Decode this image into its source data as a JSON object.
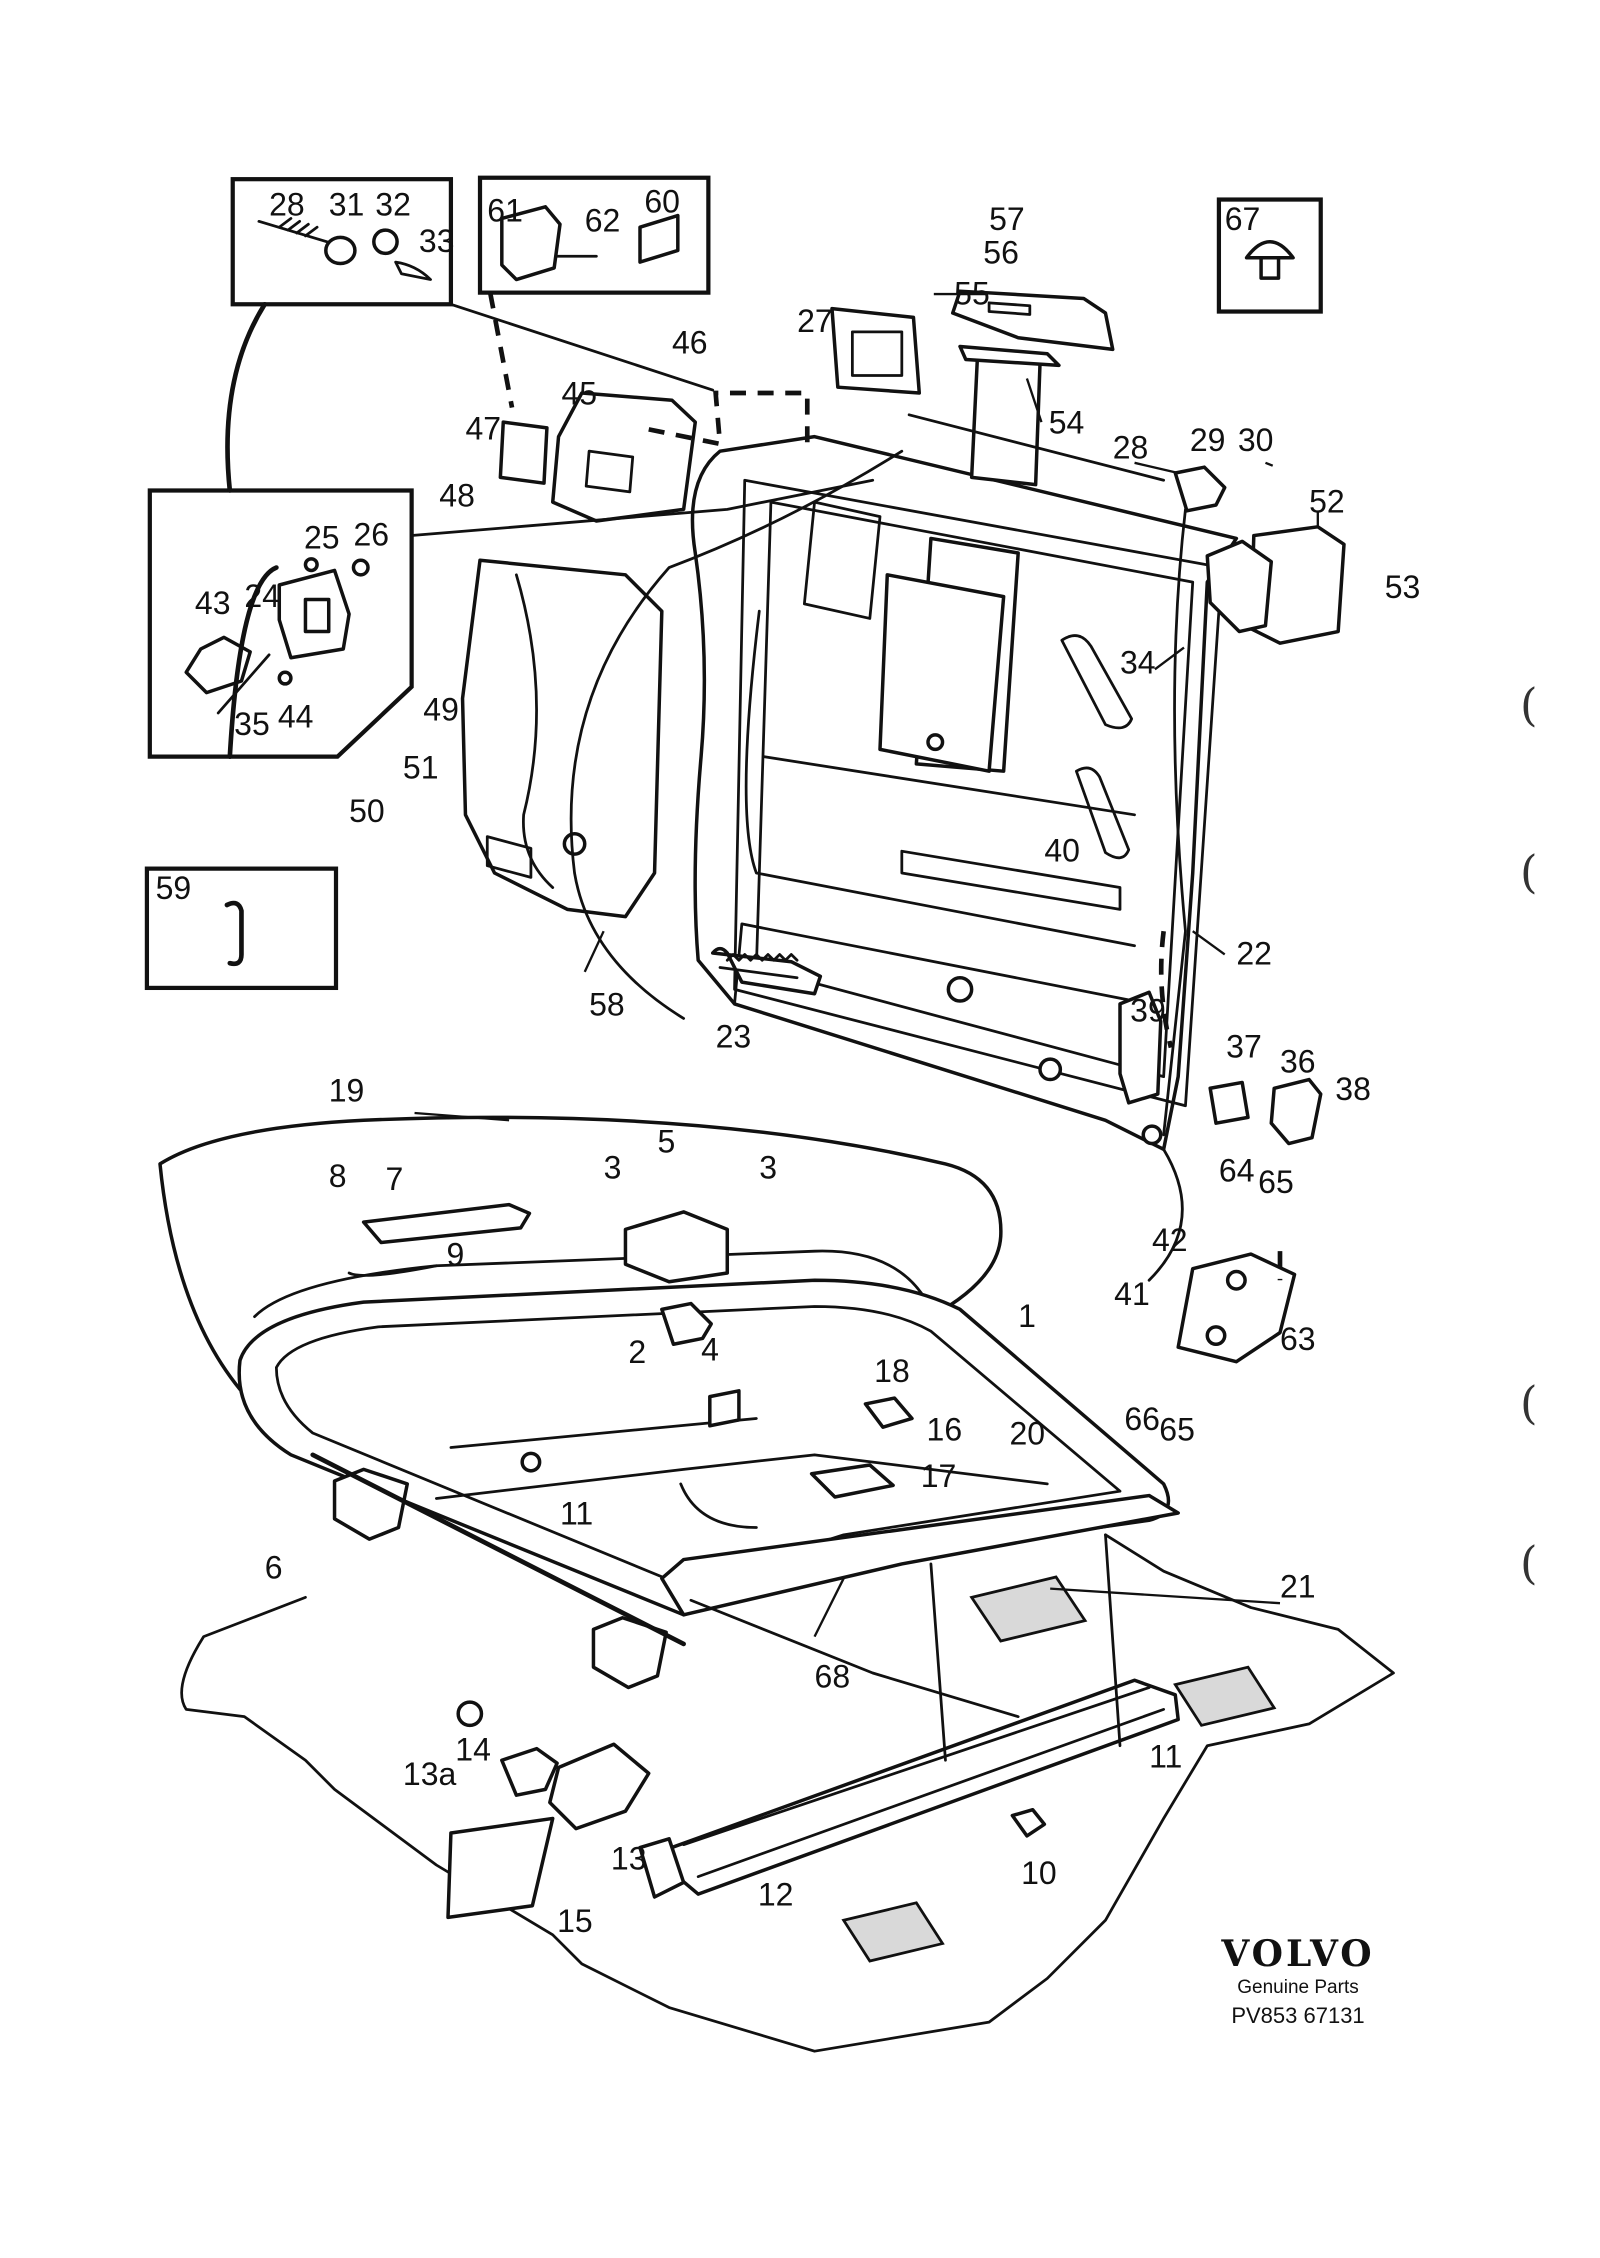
{
  "brand": {
    "logo": "VOLVO",
    "subtitle": "Genuine Parts",
    "reference": "PV853 67131"
  },
  "callouts": [
    "1",
    "2",
    "3",
    "3",
    "4",
    "5",
    "6",
    "7",
    "8",
    "9",
    "10",
    "11",
    "11",
    "12",
    "13",
    "13a",
    "14",
    "15",
    "16",
    "17",
    "18",
    "19",
    "20",
    "21",
    "22",
    "23",
    "24",
    "25",
    "26",
    "27",
    "28",
    "28",
    "29",
    "30",
    "31",
    "32",
    "33",
    "34",
    "35",
    "36",
    "37",
    "38",
    "39",
    "40",
    "41",
    "42",
    "43",
    "44",
    "45",
    "46",
    "47",
    "48",
    "49",
    "50",
    "51",
    "52",
    "53",
    "54",
    "55",
    "56",
    "57",
    "58",
    "59",
    "60",
    "61",
    "62",
    "63",
    "64",
    "65",
    "65",
    "66",
    "67",
    "68"
  ],
  "margin_marks": [
    "(",
    "(",
    "(",
    "("
  ]
}
